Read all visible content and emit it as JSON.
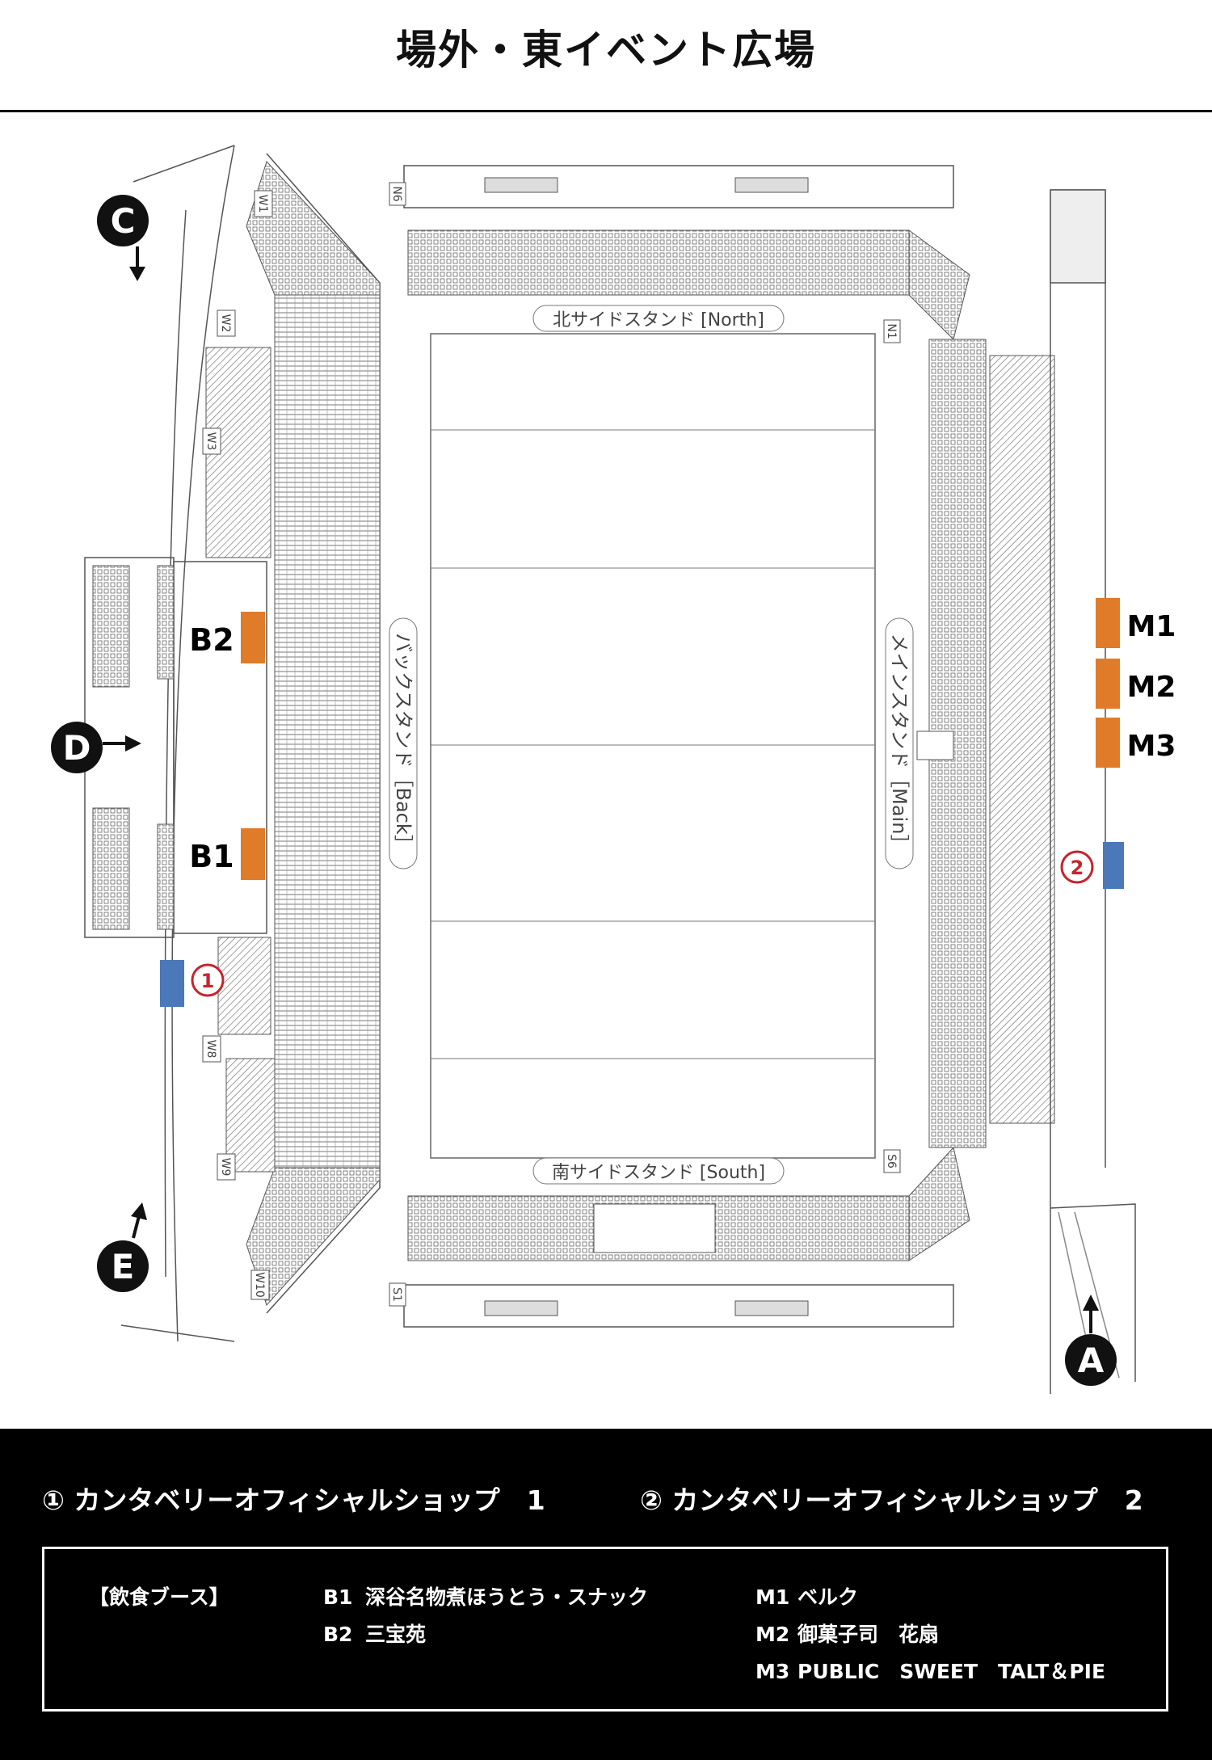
{
  "title": "場外・東イベント広場",
  "map": {
    "stands": {
      "north": "北サイドスタンド [North]",
      "south": "南サイドスタンド [South]",
      "back": "バックスタンド［Back］",
      "main": "メインスタンド［Main］"
    },
    "gates": [
      "A",
      "C",
      "D",
      "E"
    ],
    "booths": [
      "B1",
      "B2",
      "M1",
      "M2",
      "M3"
    ],
    "shop_markers": [
      "1",
      "2"
    ],
    "section_codes": [
      "N1",
      "N6",
      "S1",
      "S6",
      "W1",
      "W2",
      "W3",
      "W8",
      "W9",
      "W10"
    ],
    "colors": {
      "food_booth": "#e07b2a",
      "shop_booth": "#4a78b8",
      "shop_marker": "#c8232c",
      "line": "#555555"
    }
  },
  "footer": {
    "shop1": "① カンタベリーオフィシャルショップ　1",
    "shop2": "② カンタベリーオフィシャルショップ　2",
    "legend_heading": "【飲食ブース】",
    "items": [
      {
        "code": "B1",
        "name": "深谷名物煮ほうとう・スナック"
      },
      {
        "code": "B2",
        "name": "三宝苑"
      },
      {
        "code": "M1",
        "name": "ベルク"
      },
      {
        "code": "M2",
        "name": "御菓子司　花扇"
      },
      {
        "code": "M3",
        "name": "PUBLIC　SWEET　TALT＆PIE"
      }
    ]
  }
}
